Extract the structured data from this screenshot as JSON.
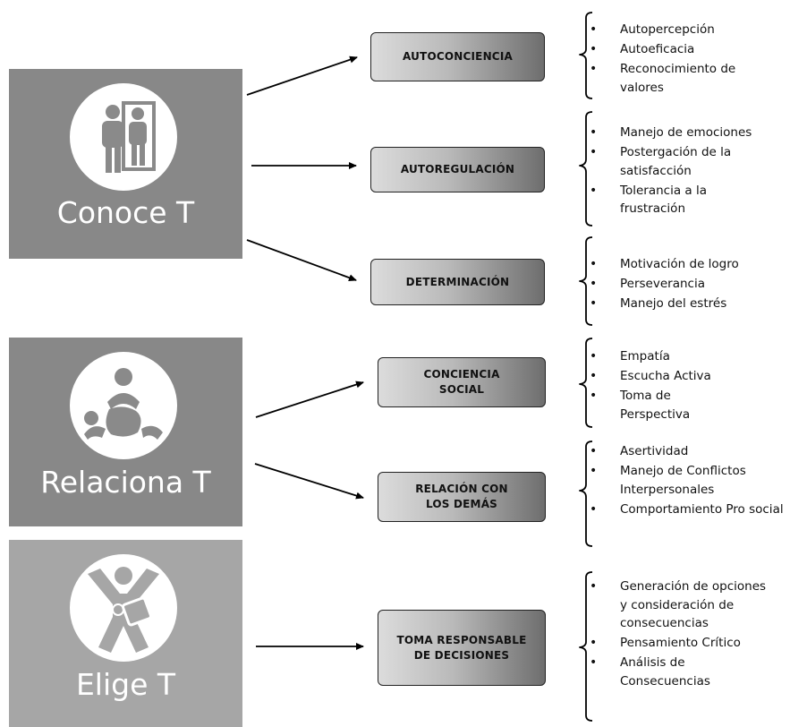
{
  "groups": [
    {
      "title": "Conoce T",
      "icon": "mirror-people-icon",
      "competencies": [
        {
          "label": "AUTOCONCIENCIA",
          "items": [
            "Autopercepción",
            "Autoeficacia",
            "Reconocimiento de valores"
          ]
        },
        {
          "label": "AUTOREGULACIÓN",
          "items": [
            "Manejo de emociones",
            "Postergación de la satisfacción",
            "Tolerancia a la frustración"
          ]
        },
        {
          "label": "DETERMINACIÓN",
          "items": [
            "Motivación de logro",
            "Perseverancia",
            "Manejo del estrés"
          ]
        }
      ]
    },
    {
      "title": "Relaciona T",
      "icon": "people-embrace-icon",
      "competencies": [
        {
          "label": "CONCIENCIA SOCIAL",
          "items": [
            "Empatía",
            "Escucha Activa",
            "Toma de Perspectiva"
          ]
        },
        {
          "label": "RELACIÓN CON LOS DEMÁS",
          "items": [
            "Asertividad",
            "Manejo de Conflictos Interpersonales",
            "Comportamiento Pro social"
          ]
        }
      ]
    },
    {
      "title": "Elige T",
      "icon": "person-choosing-icon",
      "competencies": [
        {
          "label": "TOMA RESPONSABLE DE DECISIONES",
          "items": [
            "Generación de opciones y consideración de consecuencias",
            "Pensamiento Crítico",
            "Análisis de Consecuencias"
          ]
        }
      ]
    }
  ]
}
